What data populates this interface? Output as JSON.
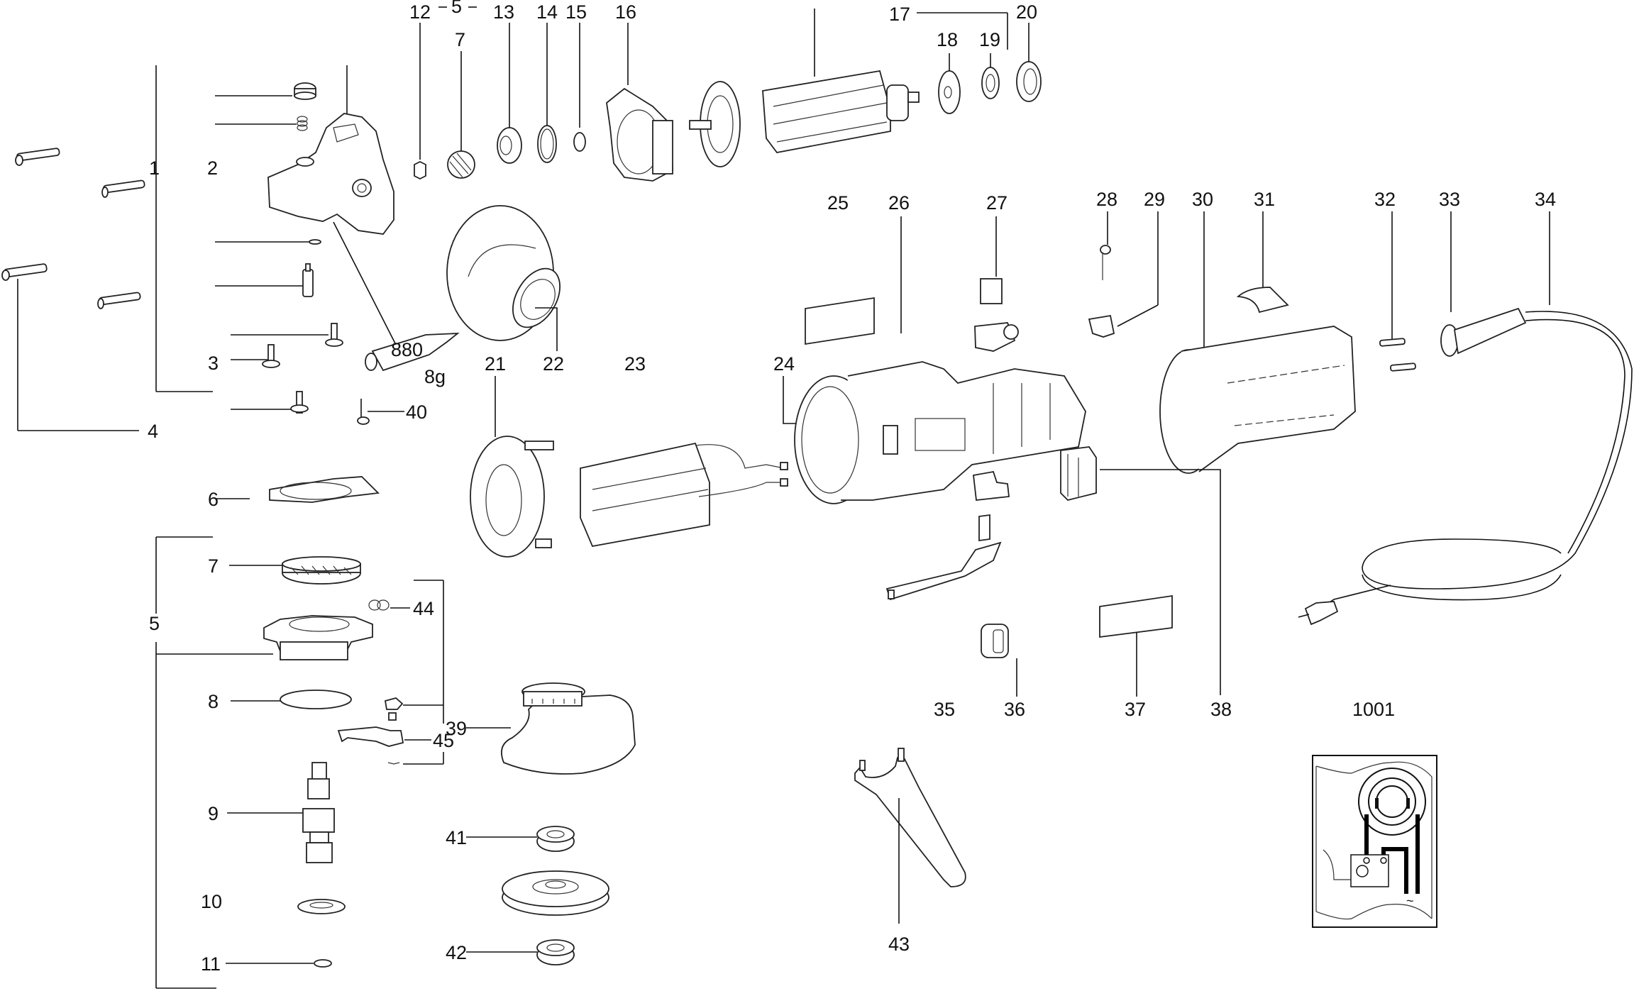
{
  "diagram": {
    "title": "Angle grinder exploded parts diagram",
    "callouts": {
      "p1": "1",
      "p2": "2",
      "p3": "3",
      "p4": "4",
      "p5_top": "5",
      "p5": "5",
      "p6": "6",
      "p7_top": "7",
      "p7": "7",
      "p8": "8",
      "p9": "9",
      "p10": "10",
      "p11": "11",
      "p12": "12",
      "p13": "13",
      "p14": "14",
      "p15": "15",
      "p16": "16",
      "p17": "17",
      "p18": "18",
      "p19": "19",
      "p20": "20",
      "p21": "21",
      "p22": "22",
      "p23": "23",
      "p24": "24",
      "p25": "25",
      "p26": "26",
      "p27": "27",
      "p28": "28",
      "p29": "29",
      "p30": "30",
      "p31": "31",
      "p32": "32",
      "p33": "33",
      "p34": "34",
      "p35": "35",
      "p36": "36",
      "p37": "37",
      "p38": "38",
      "p39": "39",
      "p40": "40",
      "p41": "41",
      "p42": "42",
      "p43": "43",
      "p44": "44",
      "p45": "45",
      "p1001": "1001"
    },
    "grease_tube": {
      "code": "880",
      "weight": "8g"
    },
    "wiring_symbol": "~"
  }
}
